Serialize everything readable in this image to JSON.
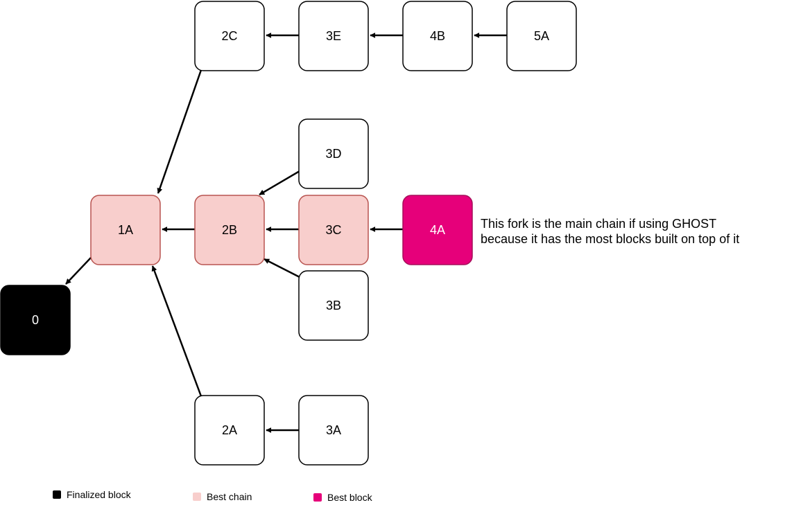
{
  "blocks": {
    "b0": {
      "label": "0",
      "kind": "finalized"
    },
    "b1A": {
      "label": "1A",
      "kind": "best_chain"
    },
    "b2A": {
      "label": "2A",
      "kind": "normal"
    },
    "b2B": {
      "label": "2B",
      "kind": "best_chain"
    },
    "b2C": {
      "label": "2C",
      "kind": "normal"
    },
    "b3A": {
      "label": "3A",
      "kind": "normal"
    },
    "b3B": {
      "label": "3B",
      "kind": "normal"
    },
    "b3C": {
      "label": "3C",
      "kind": "best_chain"
    },
    "b3D": {
      "label": "3D",
      "kind": "normal"
    },
    "b3E": {
      "label": "3E",
      "kind": "normal"
    },
    "b4A": {
      "label": "4A",
      "kind": "best_block"
    },
    "b4B": {
      "label": "4B",
      "kind": "normal"
    },
    "b5A": {
      "label": "5A",
      "kind": "normal"
    }
  },
  "edges": [
    {
      "from": "1A",
      "to": "0"
    },
    {
      "from": "2A",
      "to": "1A"
    },
    {
      "from": "2B",
      "to": "1A"
    },
    {
      "from": "2C",
      "to": "1A"
    },
    {
      "from": "3A",
      "to": "2A"
    },
    {
      "from": "3B",
      "to": "2B"
    },
    {
      "from": "3C",
      "to": "2B"
    },
    {
      "from": "3D",
      "to": "2B"
    },
    {
      "from": "3E",
      "to": "2C"
    },
    {
      "from": "4A",
      "to": "3C"
    },
    {
      "from": "4B",
      "to": "3E"
    },
    {
      "from": "5A",
      "to": "4B"
    }
  ],
  "annotation": {
    "line1": "This fork is the main chain if using GHOST",
    "line2": "because it has the most blocks built on top of it"
  },
  "legend": {
    "finalized": {
      "label": "Finalized block",
      "color": "#000000"
    },
    "best_chain": {
      "label": "Best chain",
      "color": "#f8cecc"
    },
    "best_block": {
      "label": "Best block",
      "color": "#e6007a"
    }
  },
  "colors": {
    "normal_fill": "#ffffff",
    "normal_stroke": "#000000",
    "best_chain_fill": "#f8cecc",
    "best_chain_stroke": "#b85450",
    "best_block_fill": "#e6007a",
    "best_block_stroke": "#a50f5a",
    "finalized_fill": "#000000"
  }
}
